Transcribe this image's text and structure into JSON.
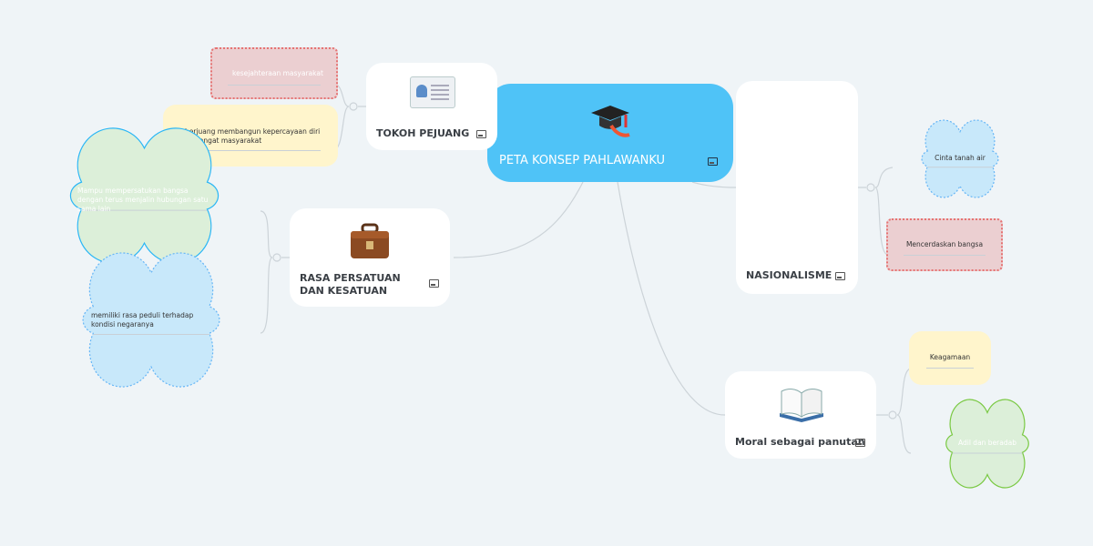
{
  "central": {
    "title": "PETA KONSEP PAHLAWANKU",
    "icon": "graduation-cap-icon",
    "color": "#4fc3f7"
  },
  "topics": [
    {
      "title": "TOKOH PEJUANG",
      "icon": "id-card-icon",
      "children": [
        "kesejahteraan masyarakat",
        "berjuang membangun  kepercayaan diri semangat masyarakat"
      ]
    },
    {
      "title": "RASA PERSATUAN DAN KESATUAN",
      "icon": "briefcase-icon",
      "children": [
        "Mampu mempersatukan  bangsa dengan terus menjalin hubungan satu sama lain",
        "memiliki rasa peduli terhadap kondisi negaranya"
      ]
    },
    {
      "title": "NASIONALISME",
      "children": [
        "Cinta tanah air",
        "Mencerdaskan bangsa"
      ]
    },
    {
      "title": "Moral sebagai panutan",
      "icon": "book-icon",
      "children": [
        "Keagamaan",
        "Adil dan beradab"
      ]
    }
  ],
  "colors": {
    "red_bg": "#ebcfd1",
    "red_border": "#e57373",
    "yellow_bg": "#fff5cc",
    "green_bg": "#dcefd9",
    "blue_bg": "#c8e8fa",
    "connector": "#ccd3d8"
  }
}
